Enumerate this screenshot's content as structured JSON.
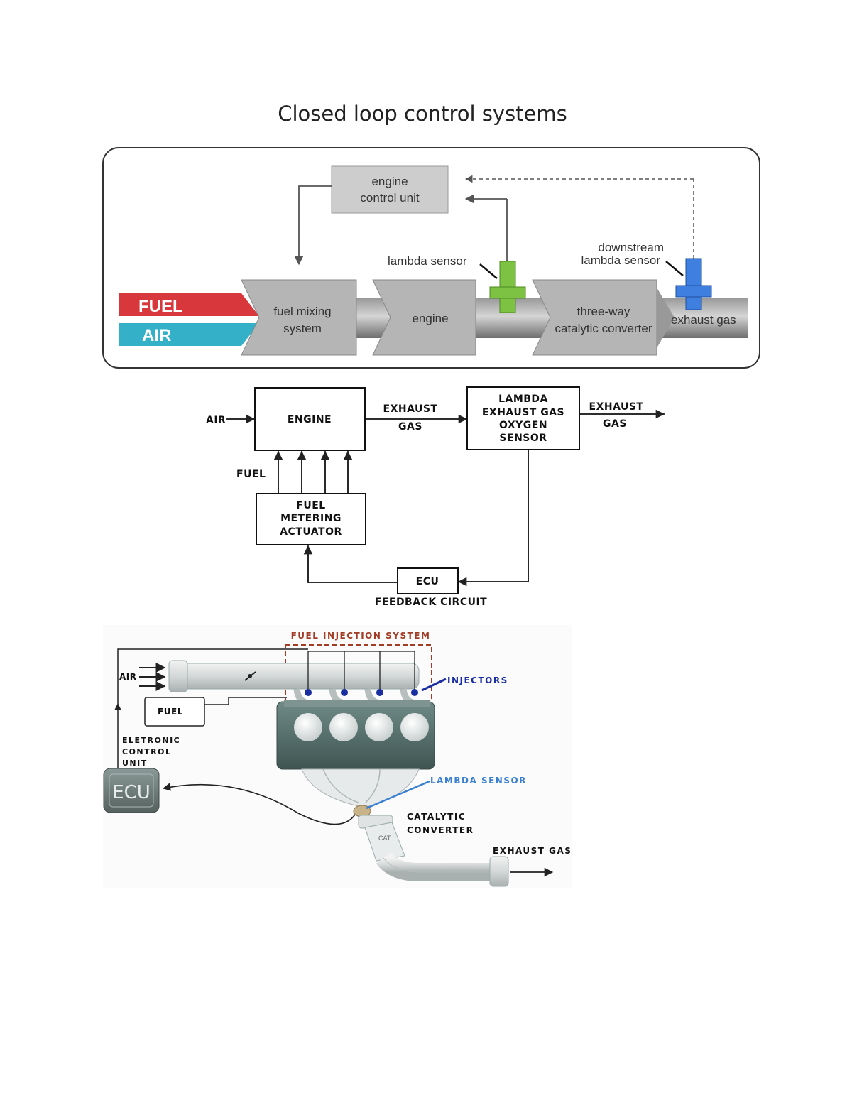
{
  "page_title": "Closed loop control systems",
  "diagram1": {
    "ecu_line1": "engine",
    "ecu_line2": "control unit",
    "fuel": "FUEL",
    "air": "AIR",
    "mixing_line1": "fuel mixing",
    "mixing_line2": "system",
    "engine": "engine",
    "lambda": "lambda sensor",
    "cat_line1": "three-way",
    "cat_line2": "catalytic converter",
    "down_line1": "downstream",
    "down_line2": "lambda sensor",
    "exhaust": "exhaust gas",
    "colors": {
      "fuel": "#d8383c",
      "air": "#35b0c9",
      "lambda": "#7dc242",
      "downstream": "#3f7fe0",
      "box": "#b5b5b5"
    }
  },
  "diagram2": {
    "air": "AIR",
    "engine": "ENGINE",
    "exhaust1_line1": "EXHAUST",
    "exhaust1_line2": "GAS",
    "sensor_line1": "LAMBDA",
    "sensor_line2": "EXHAUST GAS",
    "sensor_line3": "OXYGEN",
    "sensor_line4": "SENSOR",
    "exhaust2_line1": "EXHAUST",
    "exhaust2_line2": "GAS",
    "fuel": "FUEL",
    "actuator_line1": "FUEL",
    "actuator_line2": "METERING",
    "actuator_line3": "ACTUATOR",
    "ecu": "ECU",
    "feedback": "FEEDBACK CIRCUIT"
  },
  "diagram3": {
    "fuel_injection": "FUEL INJECTION SYSTEM",
    "air": "AIR",
    "fuel": "FUEL",
    "injectors": "INJECTORS",
    "ecu_label_line1": "ELETRONIC",
    "ecu_label_line2": "CONTROL",
    "ecu_label_line3": "UNIT",
    "ecu": "ECU",
    "lambda": "LAMBDA SENSOR",
    "cat_line1": "CATALYTIC",
    "cat_line2": "CONVERTER",
    "cat": "CAT",
    "exhaust": "EXHAUST GAS",
    "colors": {
      "fuel_injection": "#a23c24",
      "injectors": "#1a2ea0",
      "lambda": "#3a7fd0"
    }
  }
}
